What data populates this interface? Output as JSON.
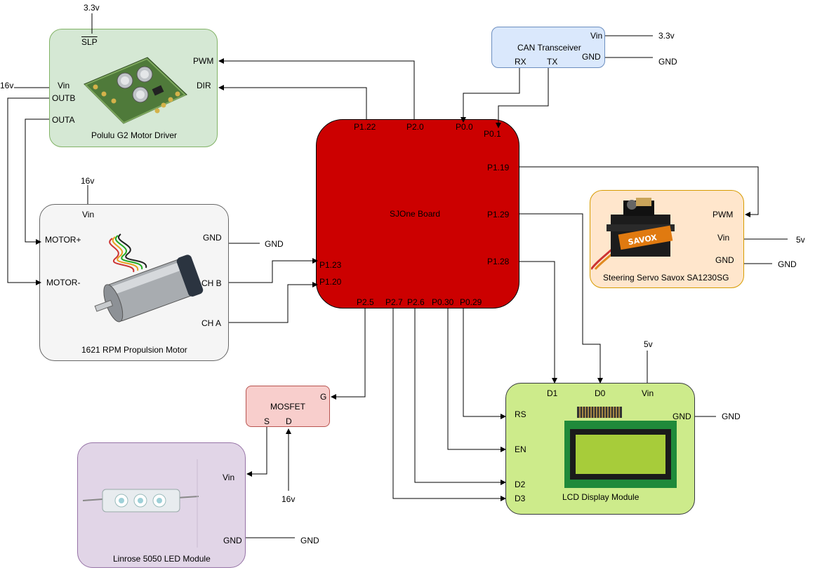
{
  "colors": {
    "motor_driver": "#d5e8d4",
    "motor_driver_border": "#82b366",
    "motor": "#f5f5f5",
    "motor_border": "#666666",
    "sjone": "#cc0000",
    "sjone_border": "#000000",
    "can": "#dae8fc",
    "can_border": "#6c8ebf",
    "servo": "#ffe6cc",
    "servo_border": "#d79b00",
    "mosfet": "#f8cecc",
    "mosfet_border": "#b85450",
    "led": "#e1d5e7",
    "led_border": "#9673a6",
    "lcd": "#cdeb8b",
    "lcd_border": "#36393d"
  },
  "motor_driver": {
    "title": "Polulu G2 Motor Driver",
    "pins": {
      "slp": "SLP",
      "pwm": "PWM",
      "dir": "DIR",
      "vin": "Vin",
      "outb": "OUTB",
      "outa": "OUTA"
    },
    "supply_vin": "16v",
    "supply_slp": "3.3v"
  },
  "motor": {
    "title": "1621 RPM Propulsion Motor",
    "pins": {
      "vin": "Vin",
      "motor_plus": "MOTOR+",
      "motor_minus": "MOTOR-",
      "gnd": "GND",
      "chb": "CH B",
      "cha": "CH A"
    },
    "supply_vin": "16v",
    "gnd_label": "GND"
  },
  "sjone": {
    "title": "SJOne Board",
    "pins": {
      "p1_22": "P1.22",
      "p2_0": "P2.0",
      "p0_0": "P0.0",
      "p0_1": "P0.1",
      "p1_19": "P1.19",
      "p1_29": "P1.29",
      "p1_28": "P1.28",
      "p1_23": "P1.23",
      "p1_20": "P1.20",
      "p2_5": "P2.5",
      "p2_7": "P2.7",
      "p2_6": "P2.6",
      "p0_30": "P0.30",
      "p0_29": "P0.29"
    }
  },
  "can": {
    "title": "CAN Transceiver",
    "pins": {
      "rx": "RX",
      "tx": "TX",
      "vin": "Vin",
      "gnd": "GND"
    },
    "supply_vin": "3.3v",
    "gnd_label": "GND"
  },
  "servo": {
    "title": "Steering Servo Savox SA1230SG",
    "pins": {
      "pwm": "PWM",
      "vin": "Vin",
      "gnd": "GND"
    },
    "supply_vin": "5v",
    "gnd_label": "GND",
    "brand": "SAVOX"
  },
  "mosfet": {
    "title": "MOSFET",
    "pins": {
      "g": "G",
      "s": "S",
      "d": "D"
    },
    "supply_d": "16v"
  },
  "led": {
    "title": "Linrose 5050 LED Module",
    "pins": {
      "vin": "Vin",
      "gnd": "GND"
    },
    "gnd_label": "GND"
  },
  "lcd": {
    "title": "LCD Display Module",
    "pins": {
      "d1": "D1",
      "d0": "D0",
      "vin": "Vin",
      "gnd": "GND",
      "rs": "RS",
      "en": "EN",
      "d2": "D2",
      "d3": "D3"
    },
    "supply_vin": "5v",
    "gnd_label": "GND"
  }
}
